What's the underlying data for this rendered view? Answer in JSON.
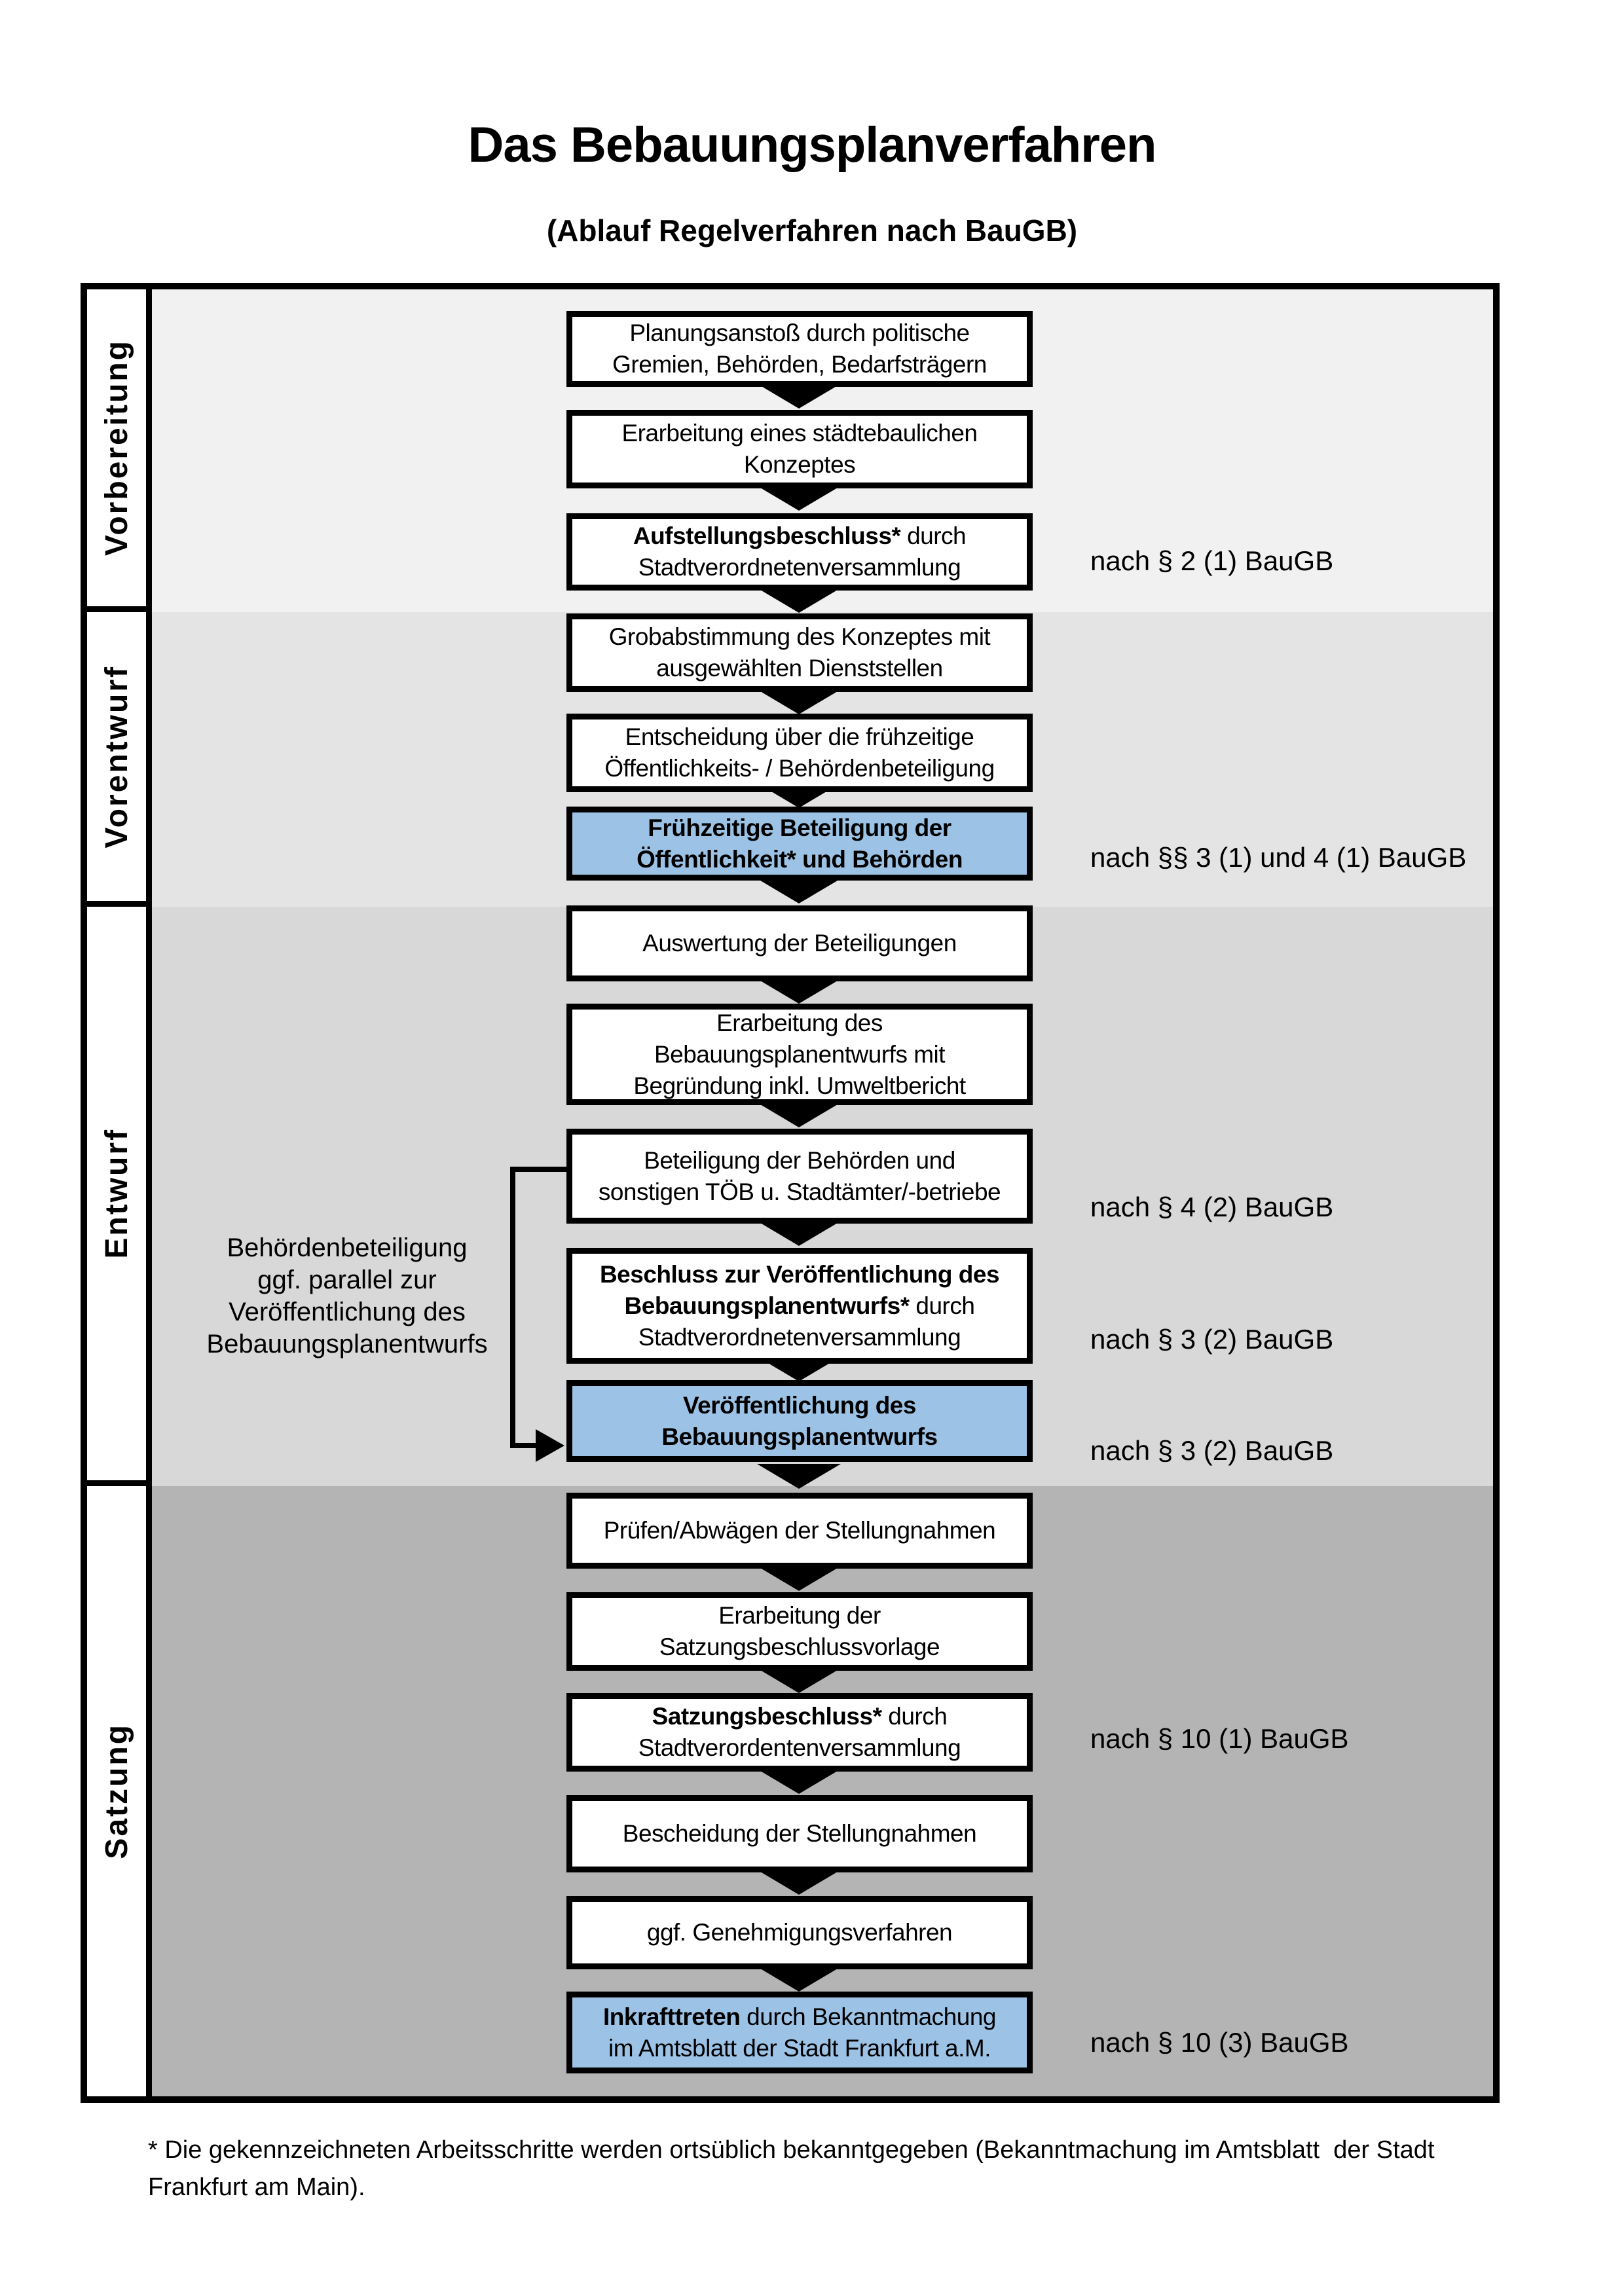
{
  "title": "Das Bebauungsplanverfahren",
  "subtitle": "(Ablauf Regelverfahren nach BauGB)",
  "colors": {
    "highlight_blue": "#9CC2E5",
    "phase1_bg": "#F1F1F1",
    "phase2_bg": "#E4E4E4",
    "phase3_bg": "#D8D8D8",
    "phase4_bg": "#B4B4B4"
  },
  "phases": [
    {
      "label": "Vorbereitung"
    },
    {
      "label": "Vorentwurf"
    },
    {
      "label": "Entwurf"
    },
    {
      "label": "Satzung"
    }
  ],
  "steps": [
    {
      "lines": [
        {
          "n": "Planungsanstoß durch politische"
        },
        {
          "n": "Gremien, Behörden, Bedarfsträgern"
        }
      ]
    },
    {
      "lines": [
        {
          "n": "Erarbeitung eines städtebaulichen"
        },
        {
          "n": "Konzeptes"
        }
      ]
    },
    {
      "lines": [
        {
          "b": "Aufstellungsbeschluss*",
          "n": " durch"
        },
        {
          "n": "Stadtverordnetenversammlung"
        }
      ]
    },
    {
      "lines": [
        {
          "n": "Grobabstimmung des Konzeptes mit"
        },
        {
          "n": "ausgewählten Dienststellen"
        }
      ]
    },
    {
      "lines": [
        {
          "n": "Entscheidung über die frühzeitige"
        },
        {
          "n": "Öffentlichkeits- / Behördenbeteiligung"
        }
      ]
    },
    {
      "lines": [
        {
          "b": "Frühzeitige Beteiligung der"
        },
        {
          "b": "Öffentlichkeit* und Behörden"
        }
      ]
    },
    {
      "lines": [
        {
          "n": "Auswertung der Beteiligungen"
        }
      ]
    },
    {
      "lines": [
        {
          "n": "Erarbeitung des"
        },
        {
          "n": "Bebauungsplanentwurfs mit"
        },
        {
          "n": "Begründung inkl. Umweltbericht"
        }
      ]
    },
    {
      "lines": [
        {
          "n": "Beteiligung der Behörden und"
        },
        {
          "n": "sonstigen TÖB u. Stadtämter/-betriebe"
        }
      ]
    },
    {
      "lines": [
        {
          "b": "Beschluss zur Veröffentlichung des"
        },
        {
          "b": "Bebauungsplanentwurfs*",
          "n": " durch"
        },
        {
          "n": "Stadtverordnetenversammlung"
        }
      ]
    },
    {
      "lines": [
        {
          "b": "Veröffentlichung des"
        },
        {
          "b": "Bebauungsplanentwurfs"
        }
      ]
    },
    {
      "lines": [
        {
          "n": "Prüfen/Abwägen der Stellungnahmen"
        }
      ]
    },
    {
      "lines": [
        {
          "n": "Erarbeitung der"
        },
        {
          "n": "Satzungsbeschlussvorlage"
        }
      ]
    },
    {
      "lines": [
        {
          "b": "Satzungsbeschluss*",
          "n": " durch"
        },
        {
          "n": "Stadtverordentenversammlung"
        }
      ]
    },
    {
      "lines": [
        {
          "n": "Bescheidung der Stellungnahmen"
        }
      ]
    },
    {
      "lines": [
        {
          "n": "ggf. Genehmigungsverfahren"
        }
      ]
    },
    {
      "lines": [
        {
          "b": "Inkrafttreten",
          "n": " durch Bekanntmachung"
        },
        {
          "n": "im Amtsblatt der Stadt Frankfurt a.M."
        }
      ]
    }
  ],
  "side_note": {
    "lines": [
      "Behördenbeteiligung",
      "ggf. parallel zur",
      "Veröffentlichung des",
      "Bebauungsplanentwurfs"
    ]
  },
  "legal_notes": [
    {
      "text": "nach § 2 (1) BauGB"
    },
    {
      "text": "nach §§ 3 (1) und 4 (1) BauGB"
    },
    {
      "text": "nach § 4 (2) BauGB"
    },
    {
      "text": "nach § 3 (2) BauGB"
    },
    {
      "text": "nach § 3 (2) BauGB"
    },
    {
      "text": "nach § 10 (1) BauGB"
    },
    {
      "text": "nach § 10 (3) BauGB"
    }
  ],
  "footnote": {
    "line1": "* Die gekennzeichneten Arbeitsschritte werden ortsüblich bekanntgegeben (Bekanntmachung im Amtsblatt  der Stadt",
    "line2": "Frankfurt am Main)."
  }
}
